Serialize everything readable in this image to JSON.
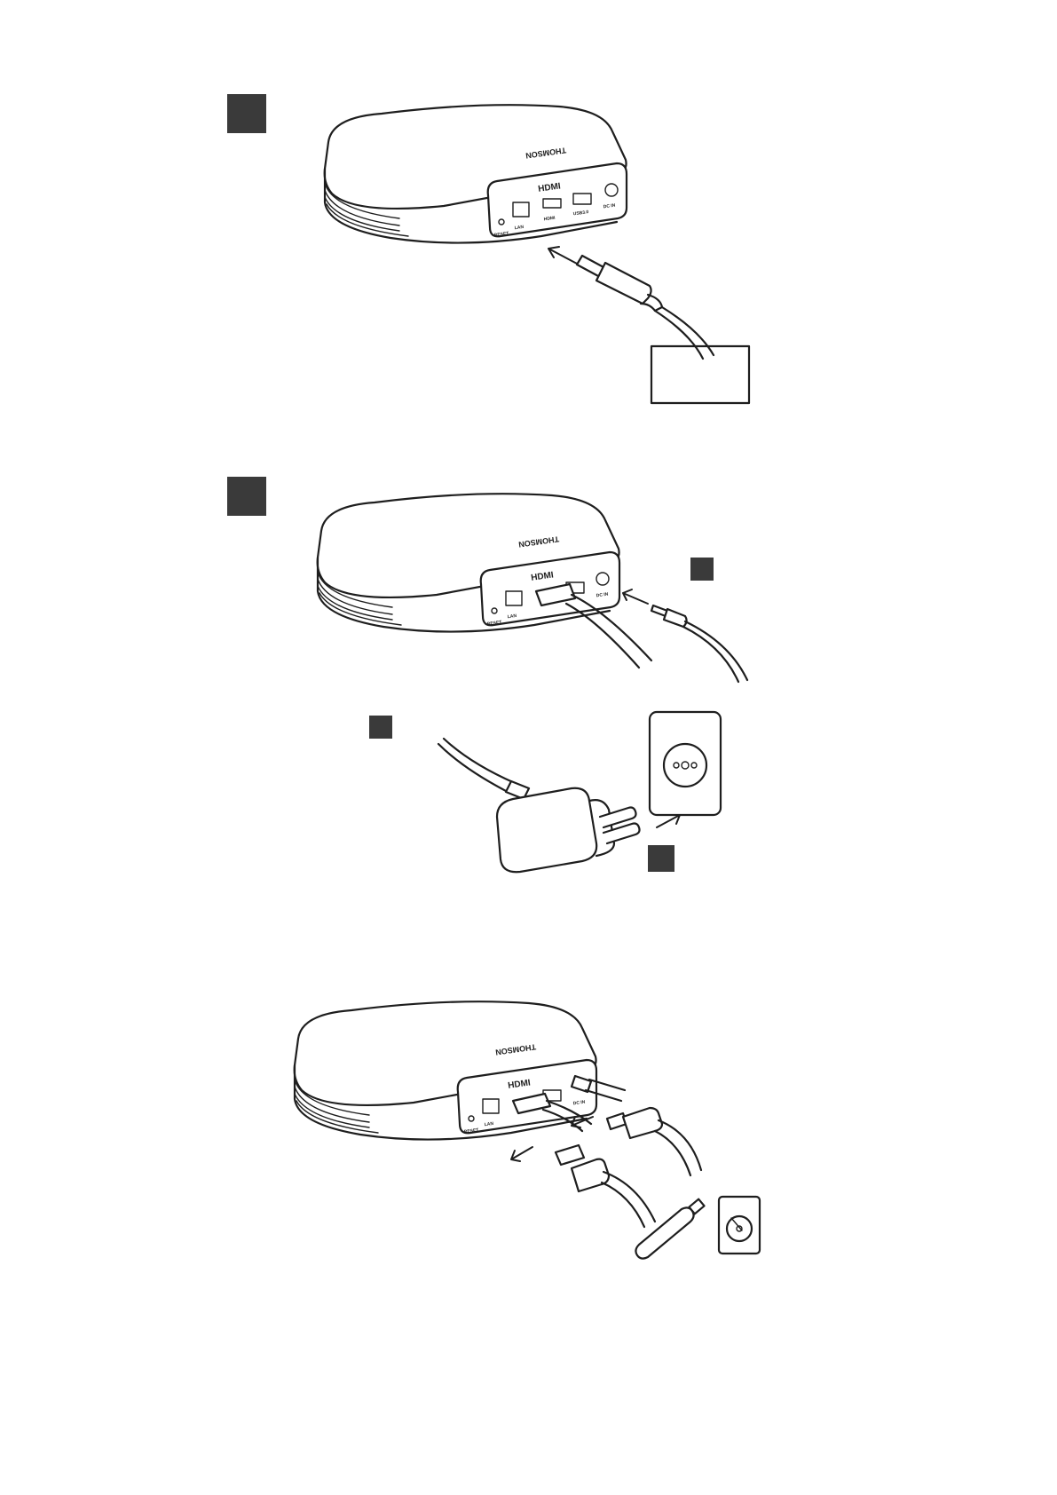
{
  "device": {
    "brand": "THOMSON",
    "port_labels": {
      "reset": "RESET",
      "lan": "LAN",
      "hdmi": "HDMI",
      "usb": "USB3.0",
      "dc_in": "DC IN"
    },
    "hdmi_logo": "HDMI"
  },
  "icons": {
    "step1_badge": "step-badge-square",
    "step2_badge": "step-badge-square",
    "usb_drive": "usb-flash-drive-icon",
    "hdd": "hard-disk-icon",
    "wall_socket": "wall-socket-icon",
    "power_adapter": "power-adapter-icon"
  },
  "colors": {
    "badge": "#3a3a3a",
    "line": "#1e1e1e",
    "background": "#ffffff"
  }
}
